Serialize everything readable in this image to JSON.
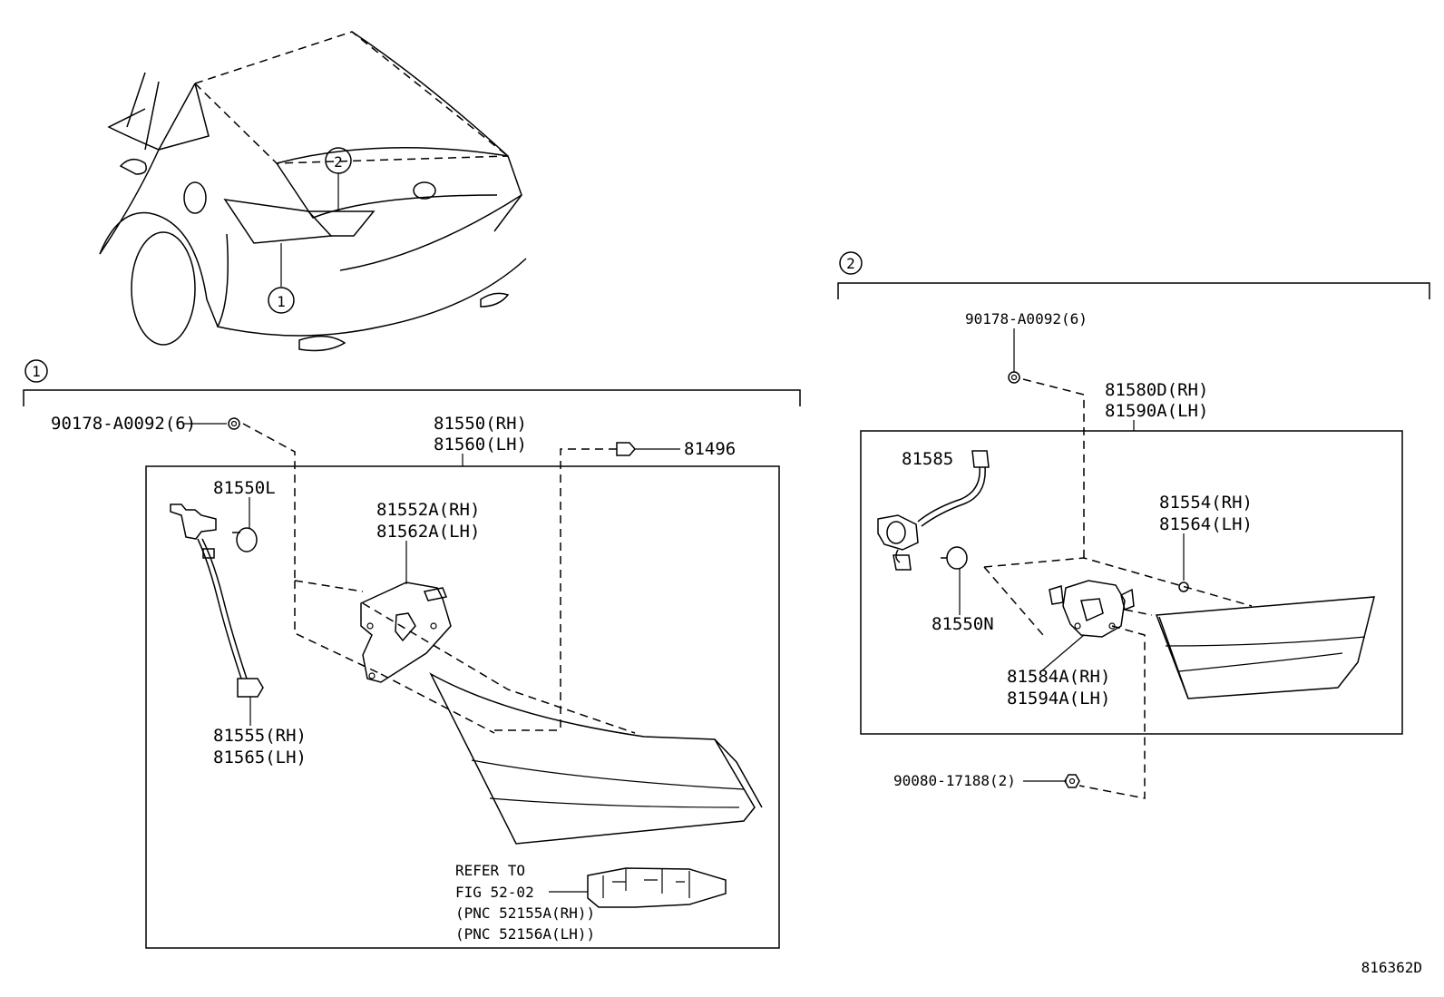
{
  "callouts": {
    "one": "1",
    "two": "2"
  },
  "overview": {
    "callout_one": "1",
    "callout_two": "2"
  },
  "group1": {
    "callout": "1",
    "bolt": "90178-A0092(6)",
    "lamp_assy": [
      "81550(RH)",
      "81560(LH)"
    ],
    "clip": "81496",
    "bulb": "81550L",
    "socket_cover": [
      "81552A(RH)",
      "81562A(LH)"
    ],
    "socket_wire": [
      "81555(RH)",
      "81565(LH)"
    ],
    "refer": [
      "REFER TO",
      "FIG 52-02",
      "(PNC 52155A(RH))",
      "(PNC 52156A(LH))"
    ]
  },
  "group2": {
    "callout": "2",
    "bolt": "90178-A0092(6)",
    "lamp_assy": [
      "81580D(RH)",
      "81590A(LH)"
    ],
    "wire": "81585",
    "bulb": "81550N",
    "screw": [
      "81554(RH)",
      "81564(LH)"
    ],
    "cover": [
      "81584A(RH)",
      "81594A(LH)"
    ],
    "nut": "90080-17188(2)"
  },
  "figure_code": "816362D"
}
